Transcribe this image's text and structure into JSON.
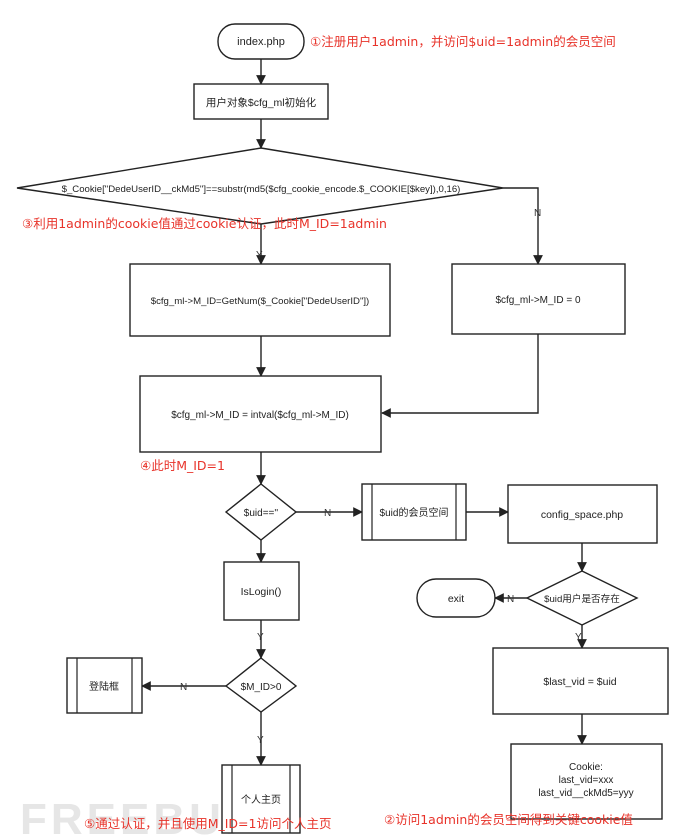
{
  "nodes": {
    "start": "index.php",
    "init": "用户对象$cfg_ml初始化",
    "cookie_check": "$_Cookie[\"DedeUserID__ckMd5\"]==substr(md5($cfg_cookie_encode.$_COOKIE[$key]),0,16)",
    "getnum": "$cfg_ml->M_ID=GetNum($_Cookie[\"DedeUserID\"])",
    "zero": "$cfg_ml->M_ID = 0",
    "intval": "$cfg_ml->M_ID = intval($cfg_ml->M_ID)",
    "uid_empty": "$uid==''",
    "uid_space": "$uid的会员空间",
    "config_space": "config_space.php",
    "exit": "exit",
    "uid_exists": "$uid用户是否存在",
    "last_vid": "$last_vid = $uid",
    "cookie_title": "Cookie:",
    "cookie_line1": "last_vid=xxx",
    "cookie_line2": "last_vid__ckMd5=yyy",
    "islogin": "IsLogin()",
    "mid_check": "$M_ID>0",
    "login_box": "登陆框",
    "home": "个人主页"
  },
  "edges": {
    "yes": "Y",
    "no": "N"
  },
  "annotations": {
    "a1": "①注册用户1admin，并访问$uid=1admin的会员空间",
    "a2": "②访问1admin的会员空间得到关键cookie值",
    "a3": "③利用1admin的cookie值通过cookie认证，此时M_ID=1admin",
    "a4": "④此时M_ID=1",
    "a5": "⑤通过认证，并且使用M_ID=1访问个人主页"
  },
  "watermark": "FREEBUF",
  "colors": {
    "line": "#222222",
    "annotation": "#e8332a",
    "watermark": "#e6e6e6"
  }
}
